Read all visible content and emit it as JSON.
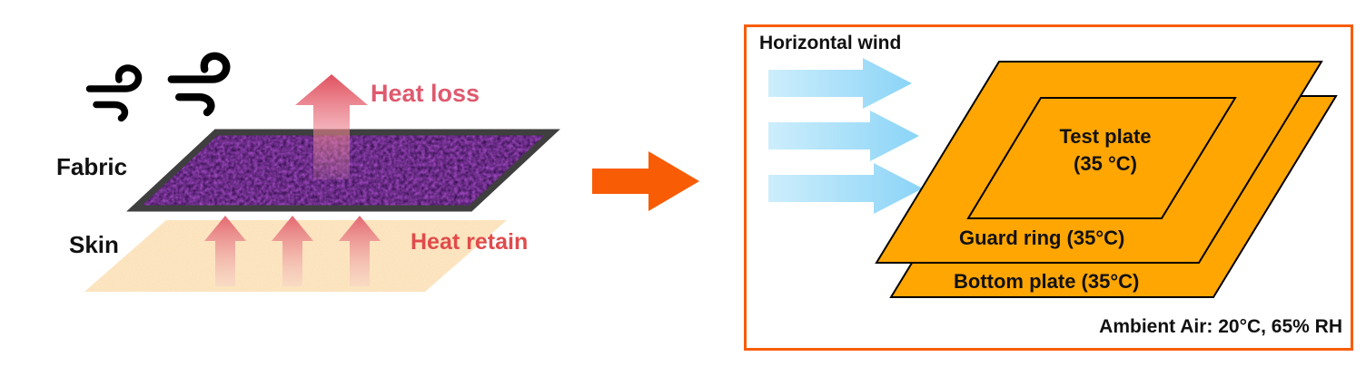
{
  "left_panel": {
    "fabric_label": "Fabric",
    "skin_label": "Skin",
    "heat_loss_label": "Heat loss",
    "heat_retain_label": "Heat retain"
  },
  "transition": {
    "arrow_icon": "right-block-arrow"
  },
  "right_panel": {
    "horizontal_wind_label": "Horizontal wind",
    "wind_arrow_count": 3,
    "test_plate_label": "Test plate",
    "test_plate_temp": "(35 °C)",
    "guard_ring_label": "Guard ring (35°C)",
    "bottom_plate_label": "Bottom plate (35°C)",
    "ambient_label": "Ambient Air: 20°C, 65% RH"
  },
  "icons": {
    "wind": "wind-gust-icon",
    "flow": "right-block-arrow",
    "heat_up": "up-block-arrow",
    "wind_flow": "right-wind-arrow"
  },
  "colors": {
    "accent_orange": "#F85C05",
    "plate_orange": "#FFA602",
    "heat_red": "#E0545E",
    "heat_retain_red": "#E24B4B",
    "wind_blue": "#9BD9F8",
    "fabric_purple": "#26083F",
    "fabric_border_gray": "#3F3F3F",
    "skin_tone": "#FCEBCB",
    "outline_black": "#000000"
  }
}
